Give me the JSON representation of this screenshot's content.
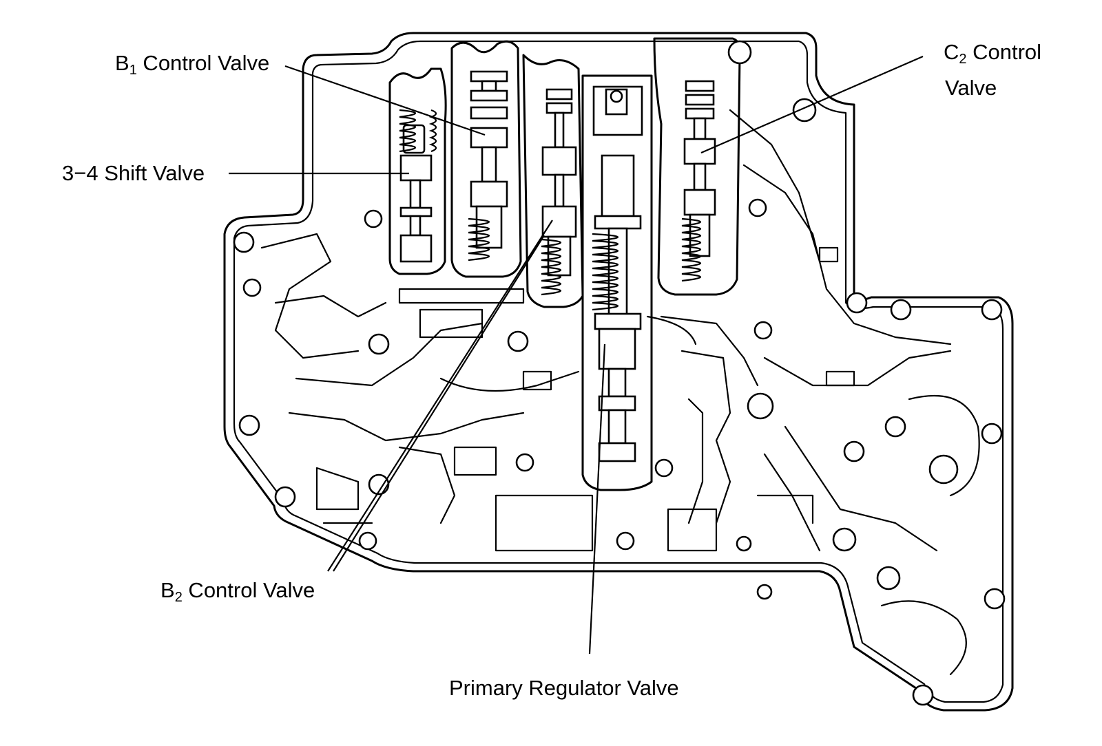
{
  "labels": {
    "b1_main": "B",
    "b1_sub": "1",
    "b1_rest": " Control Valve",
    "c2_main": "C",
    "c2_sub": "2",
    "c2_rest": " Control",
    "c2_line2": "Valve",
    "shift34": "3−4 Shift Valve",
    "b2_main": "B",
    "b2_sub": "2",
    "b2_rest": " Control Valve",
    "primary": "Primary Regulator Valve"
  },
  "colors": {
    "line": "#000000",
    "background": "#ffffff"
  }
}
